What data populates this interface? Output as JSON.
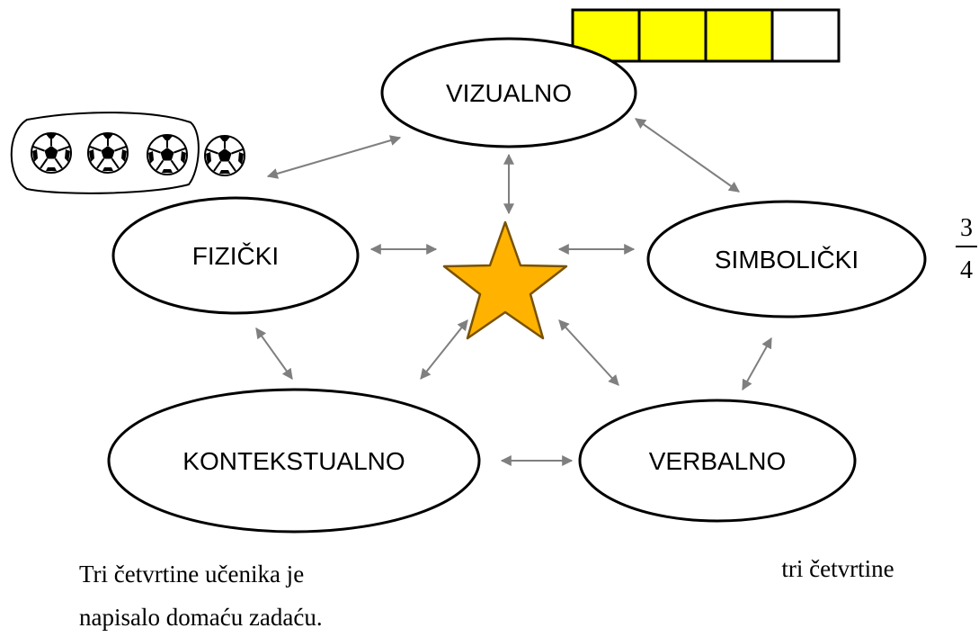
{
  "representations": {
    "visual": "VIZUALNO",
    "physical": "FIZIČKI",
    "symbolic": "SIMBOLIČKI",
    "contextual": "KONTEKSTUALNO",
    "verbal": "VERBALNO"
  },
  "fraction": {
    "numerator": "3",
    "denominator": "4"
  },
  "verbal_example": "tri četvrtine",
  "context_example": {
    "line1": "Tri četvrtine učenika je",
    "line2": "napisalo domaću zadaću."
  },
  "fraction_bar": {
    "segments": 4,
    "filled": 3,
    "fill_color": "#ffff00"
  },
  "balls": {
    "count": 4,
    "grouped": 3
  },
  "colors": {
    "star": "#ffb300",
    "star_stroke": "#7a5200",
    "arrow": "#7f7f7f"
  }
}
